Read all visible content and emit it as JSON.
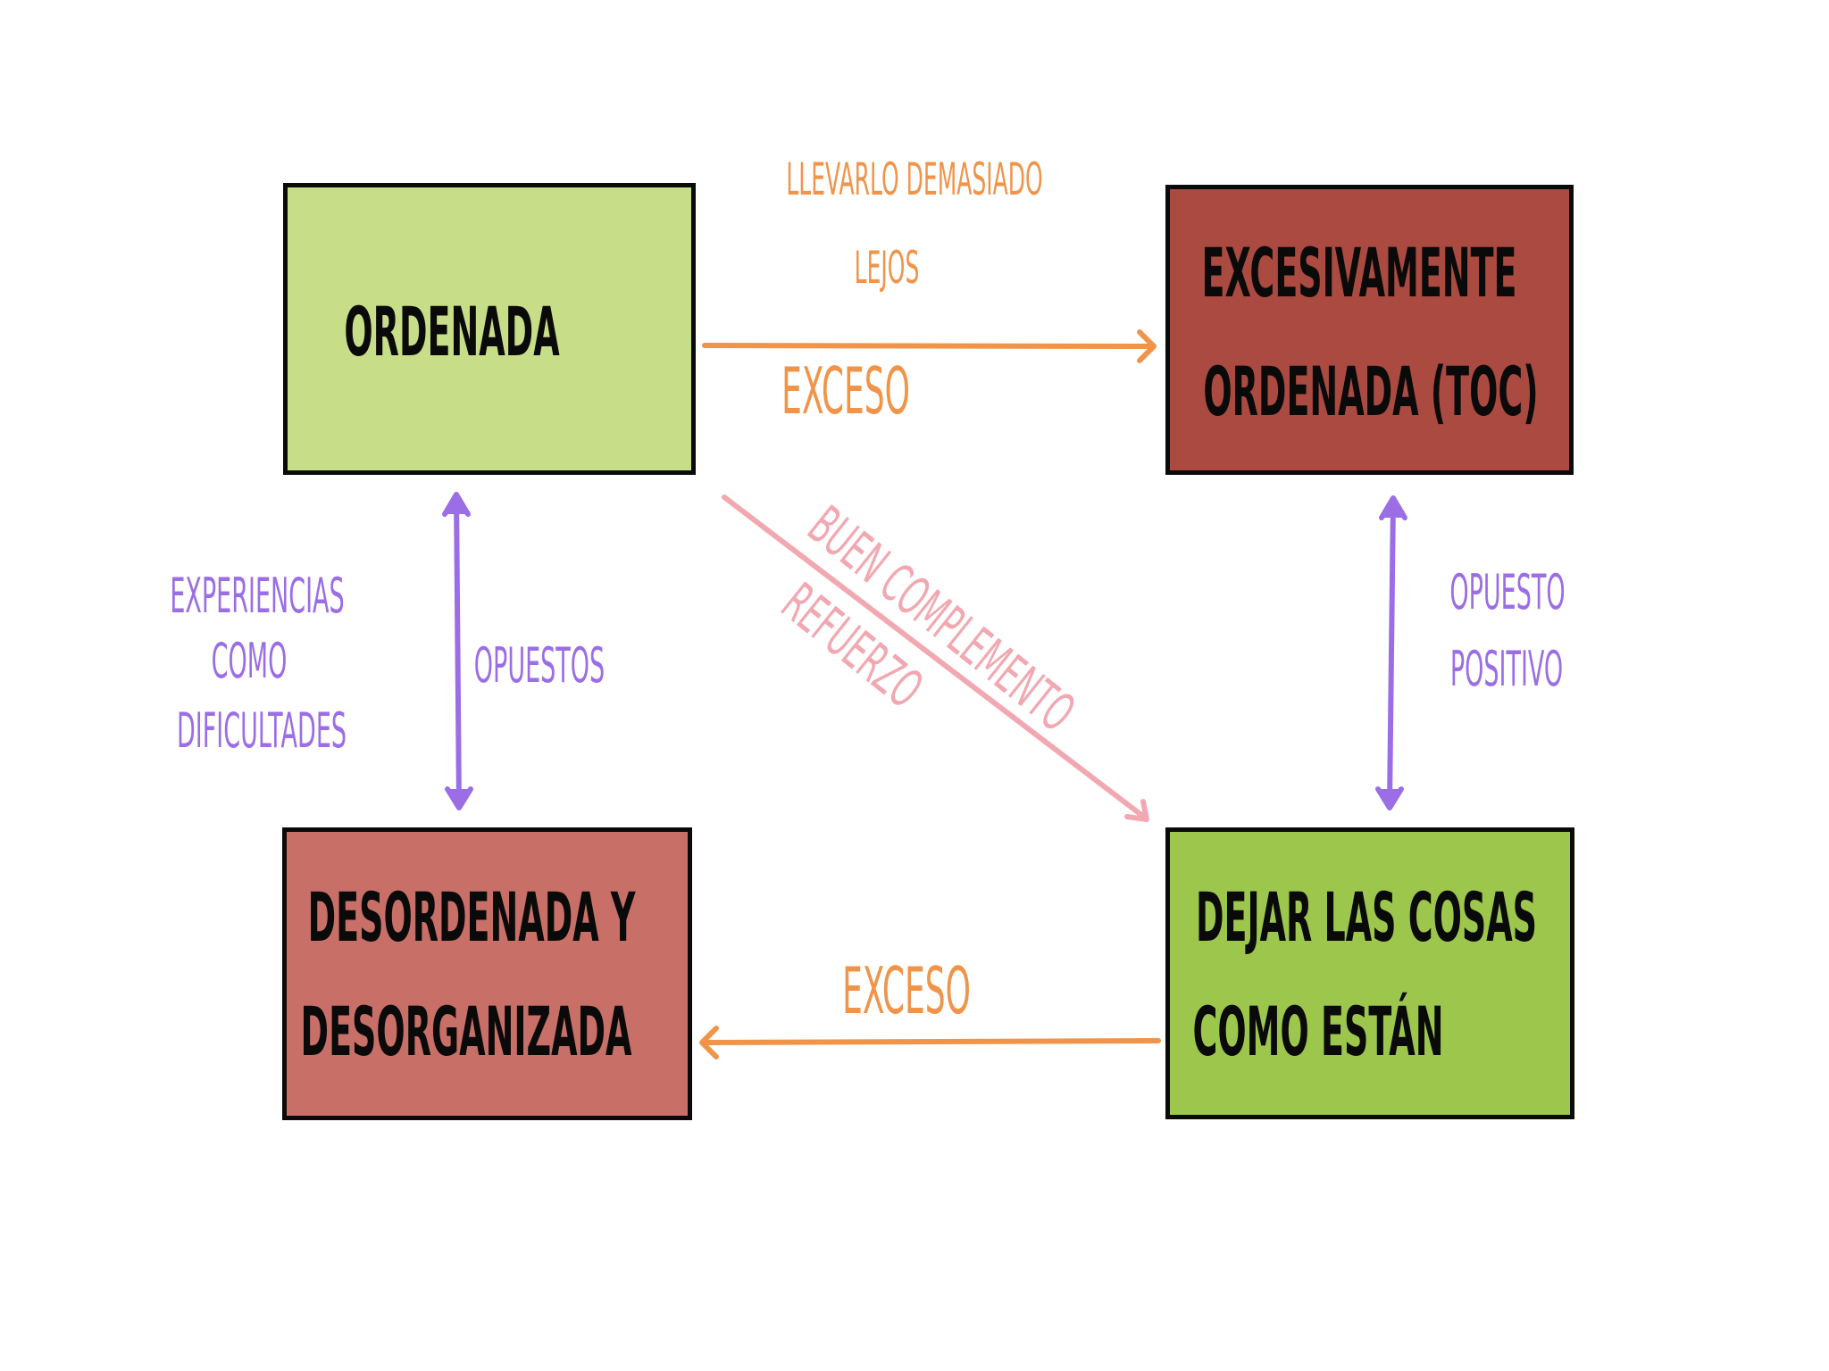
{
  "colors": {
    "box_ordenada": "#c8dd88",
    "box_toc": "#ab4a40",
    "box_desordenada": "#c86f68",
    "box_dejar": "#9dc74c",
    "orange": "#f0944a",
    "purple": "#9b6ee6",
    "pink": "#f2a8b0"
  },
  "boxes": {
    "ordenada": [
      "ORDENADA"
    ],
    "toc": [
      "EXCESIVAMENTE",
      "ORDENADA (TOC)"
    ],
    "desordenada": [
      "DESORDENADA Y",
      "DESORGANIZADA"
    ],
    "dejar": [
      "DEJAR LAS COSAS",
      "COMO ESTÁN"
    ]
  },
  "labels": {
    "top_note": [
      "LLEVARLO DEMASIADO",
      "LEJOS"
    ],
    "top_exceso": "EXCESO",
    "bottom_exceso": "EXCESO",
    "left_note": [
      "EXPERIENCIAS",
      "COMO",
      "DIFICULTADES"
    ],
    "left_arrow": "OPUESTOS",
    "right_arrow": [
      "OPUESTO",
      "POSITIVO"
    ],
    "diagonal": [
      "BUEN COMPLEMENTO",
      "REFUERZO"
    ]
  }
}
